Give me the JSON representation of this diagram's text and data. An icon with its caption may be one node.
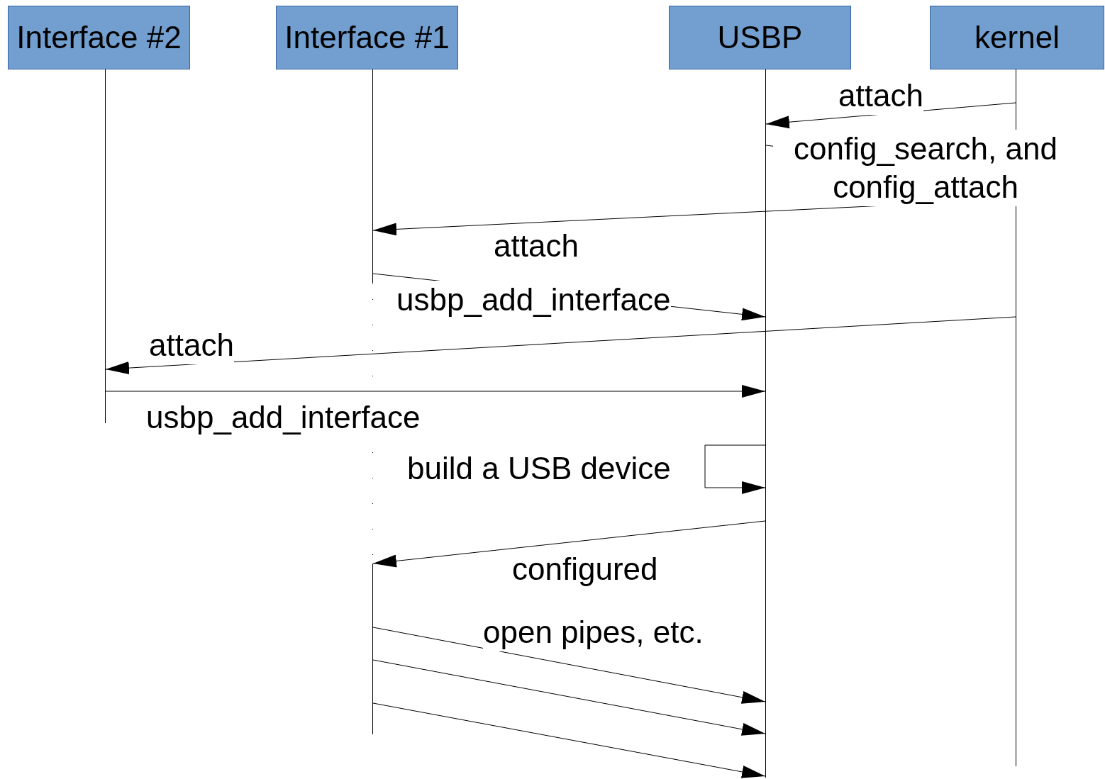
{
  "diagram": {
    "nodes": [
      {
        "text": [
          "Interface #2"
        ]
      },
      {
        "text": [
          "Interface #1"
        ]
      },
      {
        "text": [
          "USBP"
        ]
      },
      {
        "text": [
          "kernel"
        ]
      },
      {
        "text": [],
        "shape": "bar"
      },
      {
        "text": [],
        "shape": "bar"
      },
      {
        "text": [],
        "shape": "bar"
      },
      {
        "text": [],
        "shape": "bar"
      }
    ],
    "edges": [
      {
        "from": 7,
        "to": 6,
        "arrow": "to",
        "label": "attach"
      },
      {
        "from": 6,
        "to": 7,
        "arrow": "to",
        "label": "config_search, and config_attach"
      },
      {
        "from": 7,
        "to": 5,
        "arrow": "to",
        "label": "attach"
      },
      {
        "from": 5,
        "to": 6,
        "arrow": "to",
        "label": "usbp_add_interface"
      },
      {
        "from": 7,
        "to": 4,
        "arrow": "to",
        "label": "attach"
      },
      {
        "from": 4,
        "to": 6,
        "arrow": "to",
        "label": "usbp_add_interface"
      },
      {
        "from": 6,
        "to": 6,
        "arrow": "to",
        "label": "build a USB device"
      },
      {
        "from": 6,
        "to": 5,
        "arrow": "to",
        "label": "configured"
      },
      {
        "from": 5,
        "to": 6,
        "arrow": "to",
        "label": "open pipes, etc."
      },
      {
        "from": 5,
        "to": 6,
        "arrow": "to"
      },
      {
        "from": 5,
        "to": 6,
        "arrow": "to"
      }
    ]
  }
}
